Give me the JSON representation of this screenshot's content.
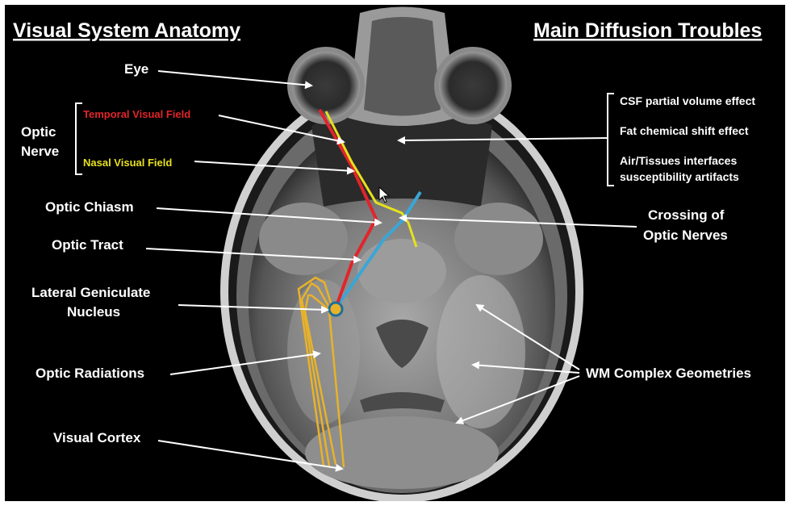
{
  "titles": {
    "left": "Visual System Anatomy",
    "right": "Main Diffusion Troubles"
  },
  "labels": {
    "eye": "Eye",
    "optic_nerve_line1": "Optic",
    "optic_nerve_line2": "Nerve",
    "temporal_field": "Temporal Visual Field",
    "nasal_field": "Nasal Visual Field",
    "optic_chiasm": "Optic Chiasm",
    "optic_tract": "Optic Tract",
    "lgn_line1": "Lateral Geniculate",
    "lgn_line2": "Nucleus",
    "optic_radiations": "Optic Radiations",
    "visual_cortex": "Visual Cortex",
    "crossing_line1": "Crossing of",
    "crossing_line2": "Optic Nerves",
    "wm_complex": "WM Complex Geometries"
  },
  "troubles": [
    "CSF partial volume effect",
    "Fat chemical shift effect",
    "Air/Tissues interfaces",
    "susceptibility artifacts"
  ],
  "colors": {
    "temporal": "#e0252b",
    "nasal": "#e6e01e",
    "crossing": "#3aa6d6",
    "radiation": "#e8b22a",
    "background": "#000000",
    "text": "#ffffff"
  },
  "icons": {
    "cursor": "mouse-pointer-icon"
  }
}
